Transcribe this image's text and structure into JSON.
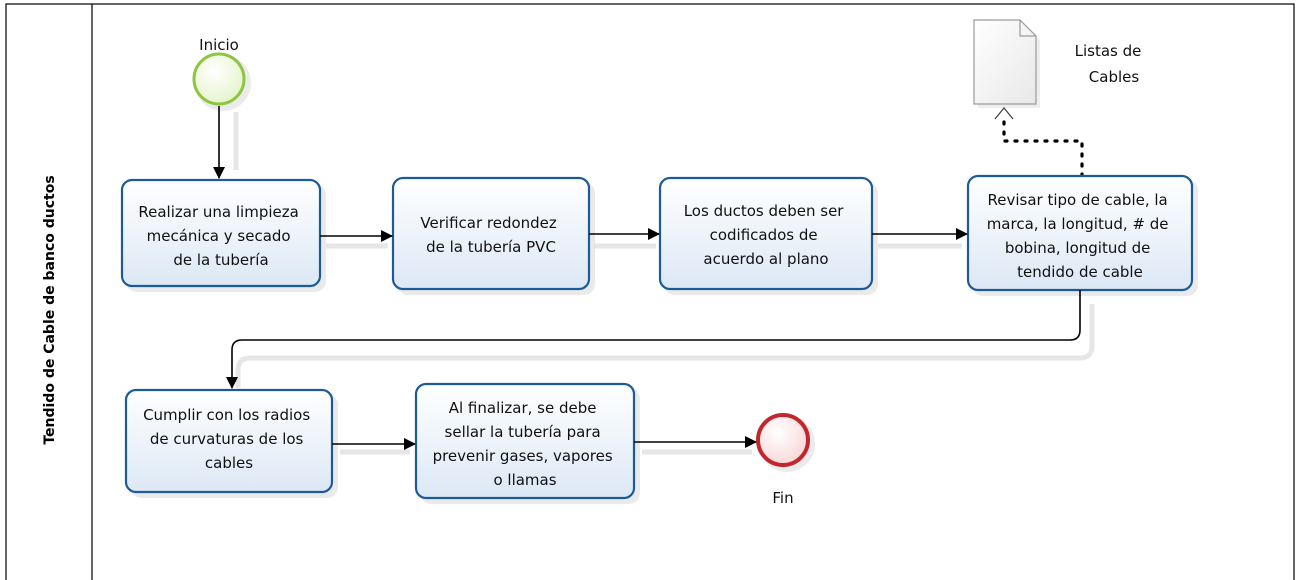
{
  "lane": {
    "label": "Tendido de Cable de banco ductos"
  },
  "events": {
    "start": {
      "label": "Inicio",
      "color": "#8cc63f"
    },
    "end": {
      "label": "Fin",
      "color": "#c1272d"
    }
  },
  "data_object": {
    "label_line1": "Listas de",
    "label_line2": "Cables"
  },
  "tasks": [
    {
      "lines": [
        "Realizar una limpieza",
        "mecánica y secado",
        "de la tubería"
      ]
    },
    {
      "lines": [
        "Verificar redondez",
        "de la tubería PVC"
      ]
    },
    {
      "lines": [
        "Los ductos deben ser",
        "codificados de",
        "acuerdo al plano"
      ]
    },
    {
      "lines": [
        "Revisar tipo de cable, la",
        "marca, la longitud, # de",
        "bobina, longitud de",
        "tendido de cable"
      ]
    },
    {
      "lines": [
        "Cumplir con los radios",
        "de curvaturas de los",
        "cables"
      ]
    },
    {
      "lines": [
        "Al finalizar, se debe",
        "sellar la tubería para",
        "prevenir gases, vapores",
        "o llamas"
      ]
    }
  ],
  "colors": {
    "task_border": "#1c5b98",
    "task_fill_top": "#ffffff",
    "task_fill_bottom": "#dce8f5"
  }
}
